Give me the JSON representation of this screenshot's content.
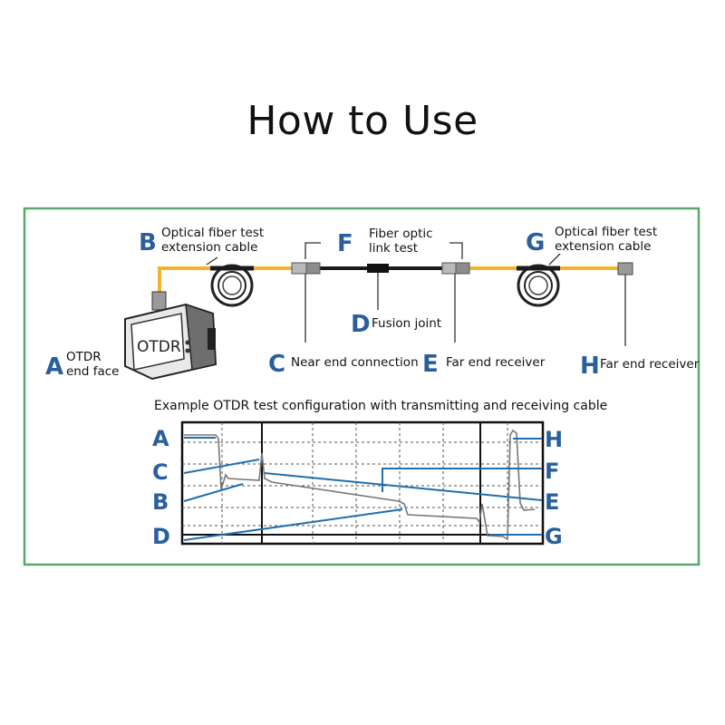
{
  "title": "How to Use",
  "colors": {
    "frame": "#5aa870",
    "letter": "#2a5f9e",
    "fiber": "#f2b529",
    "leader": "#1e6fb0",
    "trace": "#777777"
  },
  "setup": {
    "labels": [
      {
        "letter": "A",
        "lines": [
          "OTDR",
          "end face"
        ]
      },
      {
        "letter": "B",
        "lines": [
          "Optical fiber test",
          "extension cable"
        ]
      },
      {
        "letter": "C",
        "lines": [
          "Near end connection"
        ]
      },
      {
        "letter": "D",
        "lines": [
          "Fusion joint"
        ]
      },
      {
        "letter": "E",
        "lines": [
          "Far end receiver"
        ]
      },
      {
        "letter": "F",
        "lines": [
          "Fiber optic",
          "link test"
        ]
      },
      {
        "letter": "G",
        "lines": [
          "Optical fiber test",
          "extension cable"
        ]
      },
      {
        "letter": "H",
        "lines": [
          "Far end receiver"
        ]
      }
    ],
    "device_text": "OTDR"
  },
  "trace_panel": {
    "caption": "Example OTDR test configuration with transmitting and receiving cable",
    "left_letters": [
      "A",
      "C",
      "B",
      "D"
    ],
    "right_letters": [
      "H",
      "F",
      "E",
      "G"
    ]
  }
}
